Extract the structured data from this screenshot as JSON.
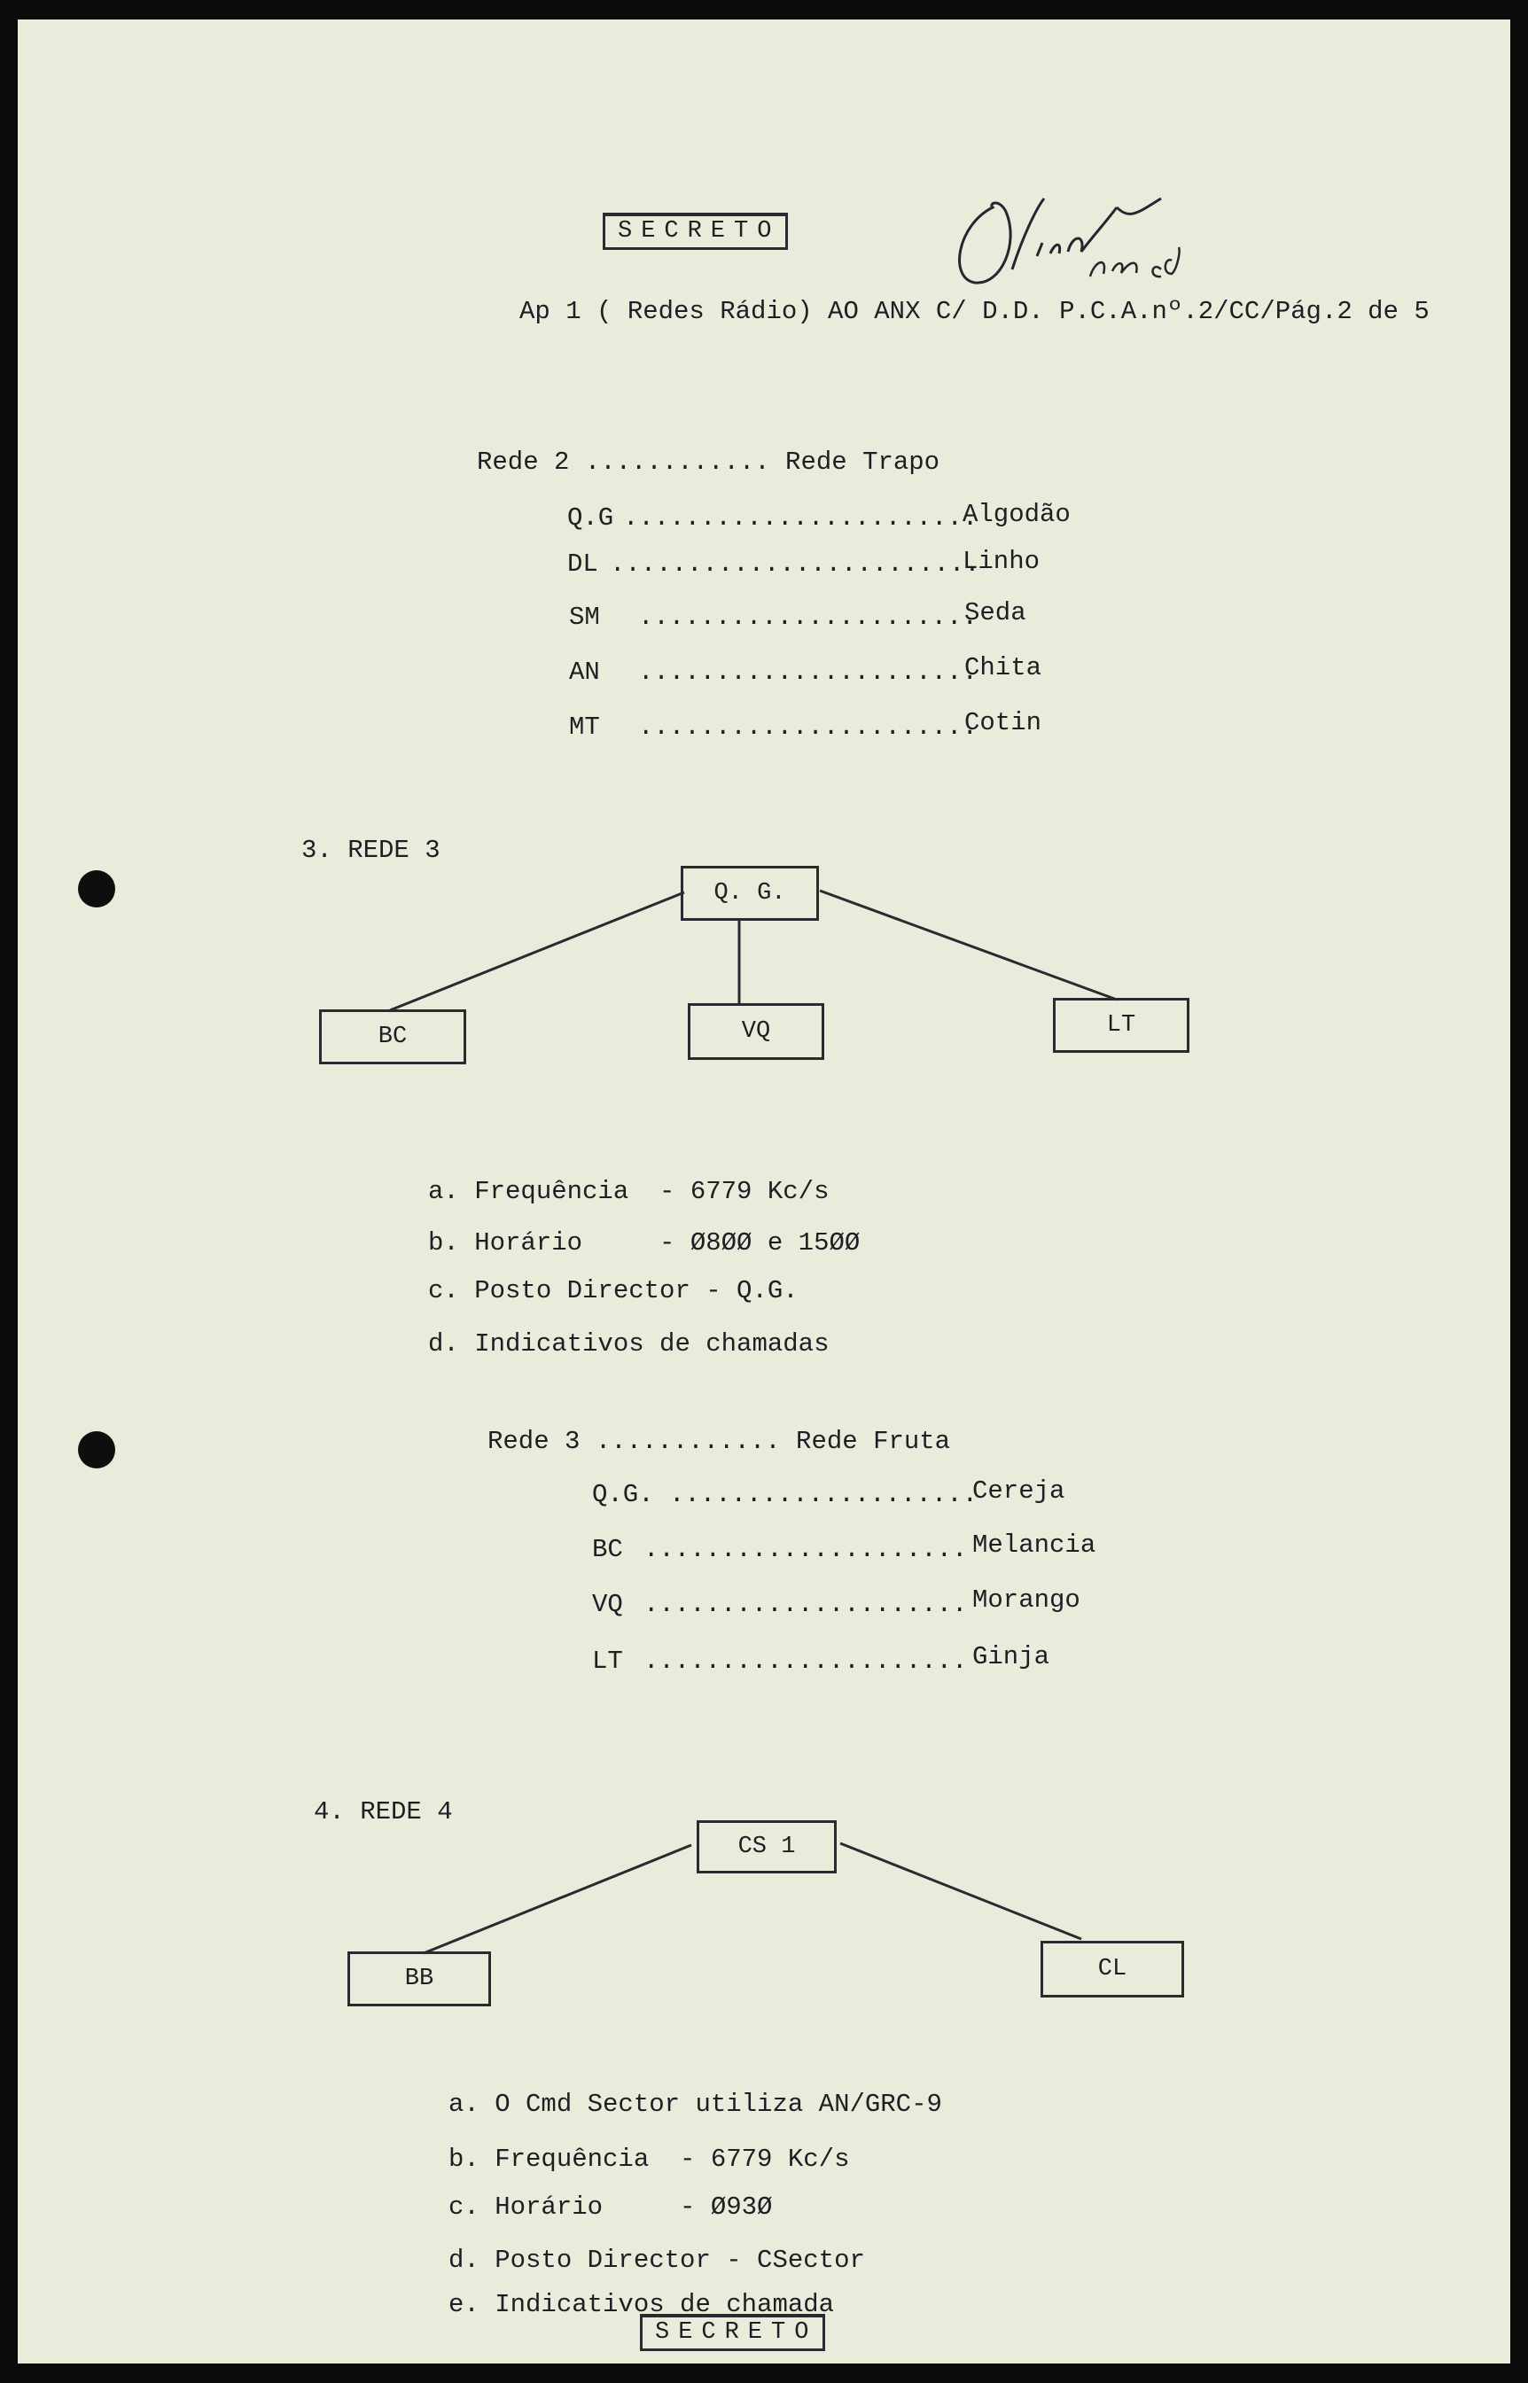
{
  "header": {
    "stamp_top": "SECRETO",
    "reference": "Ap 1 ( Redes Rádio) AO ANX C/ D.D. P.C.A.nº.2/CC/Pág.2 de 5"
  },
  "rede2_list": {
    "heading": "Rede 2 ............ Rede Trapo",
    "items": [
      {
        "station": "Q.G",
        "dots": ".......................",
        "code": "Algodão"
      },
      {
        "station": "DL",
        "dots": "........................",
        "code": "Linho"
      },
      {
        "station": "SM",
        "dots": "......................",
        "code": "Seda"
      },
      {
        "station": "AN",
        "dots": "......................",
        "code": "Chita"
      },
      {
        "station": "MT",
        "dots": "......................",
        "code": "Cotin"
      }
    ]
  },
  "rede3": {
    "title": "3. REDE 3",
    "diagram": {
      "root": "Q. G.",
      "children": [
        "BC",
        "VQ",
        "LT"
      ]
    },
    "items": [
      "a. Frequência  - 6779 Kc/s",
      "b. Horário     - Ø8ØØ e 15ØØ",
      "c. Posto Director - Q.G.",
      "d. Indicativos de chamadas"
    ],
    "list": {
      "heading": "Rede 3 ............ Rede Fruta",
      "items": [
        {
          "station": "Q.G.",
          "dots": "....................",
          "code": "Cereja"
        },
        {
          "station": "BC",
          "dots": ".....................",
          "code": "Melancia"
        },
        {
          "station": "VQ",
          "dots": ".....................",
          "code": "Morango"
        },
        {
          "station": "LT",
          "dots": ".....................",
          "code": "Ginja"
        }
      ]
    }
  },
  "rede4": {
    "title": "4. REDE 4",
    "diagram": {
      "root": "CS 1",
      "children": [
        "BB",
        "CL"
      ]
    },
    "items": [
      "a. O Cmd Sector utiliza AN/GRC-9",
      "b. Frequência  - 6779 Kc/s",
      "c. Horário     - Ø93Ø",
      "d. Posto Director - CSector",
      "e. Indicativos de chamada"
    ]
  },
  "footer": {
    "stamp_bottom": "SECRETO"
  },
  "colors": {
    "paper": "#ebebdc",
    "ink": "#1e1e24",
    "background": "#0b0b0b"
  }
}
